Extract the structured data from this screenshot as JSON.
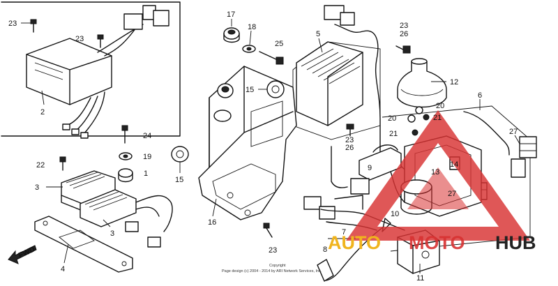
{
  "callouts": {
    "p23a": "23",
    "p23b": "23",
    "p2": "2",
    "p17": "17",
    "p18": "18",
    "p25": "25",
    "p5": "5",
    "p15a": "15",
    "p15b": "15",
    "p16": "16",
    "p24": "24",
    "p19": "19",
    "p22": "22",
    "p1": "1",
    "p3a": "3",
    "p3b": "3",
    "p4": "4",
    "p23c": "23",
    "p26a": "26",
    "p23d": "23",
    "p26b": "26",
    "p12": "12",
    "p20a": "20",
    "p20b": "20",
    "p21a": "21",
    "p21b": "21",
    "p6": "6",
    "p27a": "27",
    "p27b": "27",
    "p9": "9",
    "p13": "13",
    "p14": "14",
    "p10": "10",
    "p7": "7",
    "p8": "8",
    "p11": "11",
    "p23e": "23"
  },
  "fwd_label": "FWD",
  "copyright_line1": "Copyright",
  "copyright_line2": "Page design (c) 2004 - 2014 by ARI Network Services, Inc.",
  "watermark": {
    "left": "AUTO",
    "middle": "MOTO",
    "right": "HUB"
  },
  "colors": {
    "watermark_red": "#d83232",
    "watermark_gold": "#f0b41e",
    "watermark_dark": "#222222",
    "line": "#111111"
  }
}
